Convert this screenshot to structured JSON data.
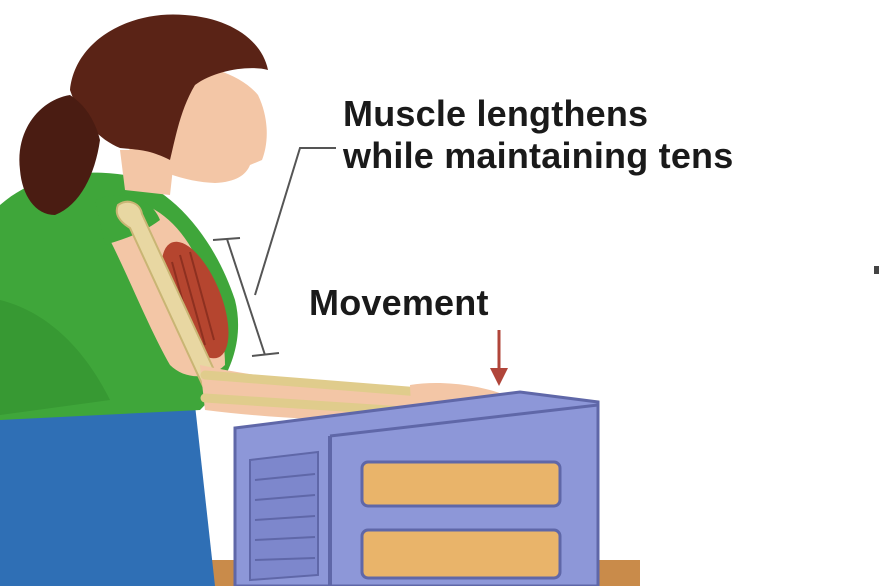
{
  "annotations": {
    "muscle_line1": "Muscle lengthens",
    "muscle_line2": "while maintaining tens",
    "movement": "Movement"
  },
  "colors": {
    "shirt": "#3fa63a",
    "skirt": "#2f6fb5",
    "hair": "#5a2316",
    "skin": "#f3c6a6",
    "bone": "#e8d7a2",
    "muscle": "#b5452f",
    "crate": "#8d97d8",
    "arrow": "#b0453a"
  }
}
